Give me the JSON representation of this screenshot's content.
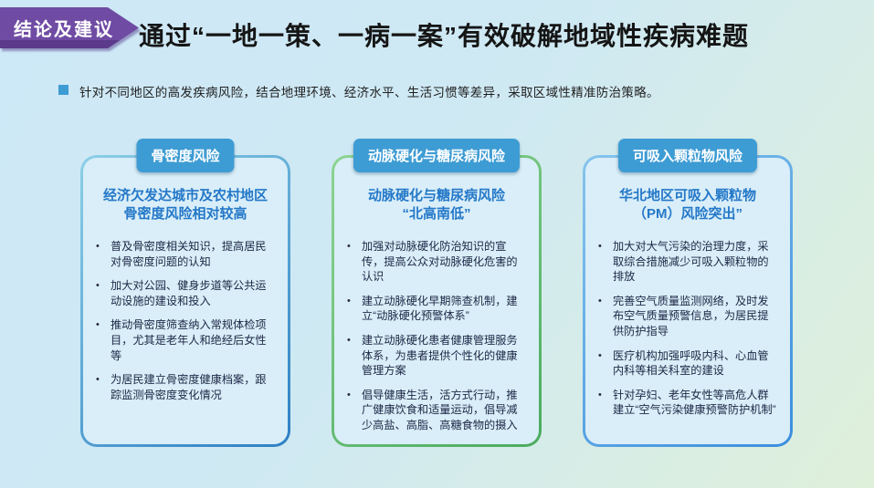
{
  "slide": {
    "ribbon": "结论及建议",
    "title": "通过“一地一策、一病一案”有效破解地域性疾病难题",
    "intro": "针对不同地区的高发疾病风险，结合地理环境、经济水平、生活习惯等差异，采取区域性精准防治策略。"
  },
  "glyphs": {
    "bullet_dot": "•"
  },
  "colors": {
    "ribbon_purple": "#6F4BA3",
    "badge_blue": "#3E9CD4",
    "subtitle_blue": "#2478C8",
    "intro_square_blue": "#3E9CD4",
    "card1_border_gradient": [
      "#8ccfe6",
      "#2e7fc4"
    ],
    "card2_border_gradient": [
      "#8ed492",
      "#4aab5e"
    ],
    "card3_border_gradient": [
      "#86c4ec",
      "#3b8ede"
    ],
    "card_fill": "#d9eef8",
    "background_top_left": "#cde8f7",
    "background_bottom_right": "#dff0da"
  },
  "cards": [
    {
      "badge": "骨密度风险",
      "subtitle_line1": "经济欠发达城市及农村地区",
      "subtitle_line2": "骨密度风险相对较高",
      "bullets": [
        "普及骨密度相关知识，提高居民对骨密度问题的认知",
        "加大对公园、健身步道等公共运动设施的建设和投入",
        "推动骨密度筛查纳入常规体检项目，尤其是老年人和绝经后女性等",
        "为居民建立骨密度健康档案，跟踪监测骨密度变化情况"
      ]
    },
    {
      "badge": "动脉硬化与糖尿病风险",
      "subtitle_line1": "动脉硬化与糖尿病风险",
      "subtitle_line2": "“北高南低”",
      "bullets": [
        "加强对动脉硬化防治知识的宣传，提高公众对动脉硬化危害的认识",
        "建立动脉硬化早期筛查机制，建立“动脉硬化预警体系”",
        "建立动脉硬化患者健康管理服务体系，为患者提供个性化的健康管理方案",
        "倡导健康生活，活方式行动，推广健康饮食和适量运动，倡导减少高盐、高脂、高糖食物的摄入"
      ]
    },
    {
      "badge": "可吸入颗粒物风险",
      "subtitle_line1": "华北地区可吸入颗粒物",
      "subtitle_line2": "（PM）风险突出”",
      "bullets": [
        "加大对大气污染的治理力度，采取综合措施减少可吸入颗粒物的排放",
        "完善空气质量监测网络，及时发布空气质量预警信息，为居民提供防护指导",
        "医疗机构加强呼吸内科、心血管内科等相关科室的建设",
        "针对孕妇、老年女性等高危人群建立“空气污染健康预警防护机制”"
      ]
    }
  ]
}
